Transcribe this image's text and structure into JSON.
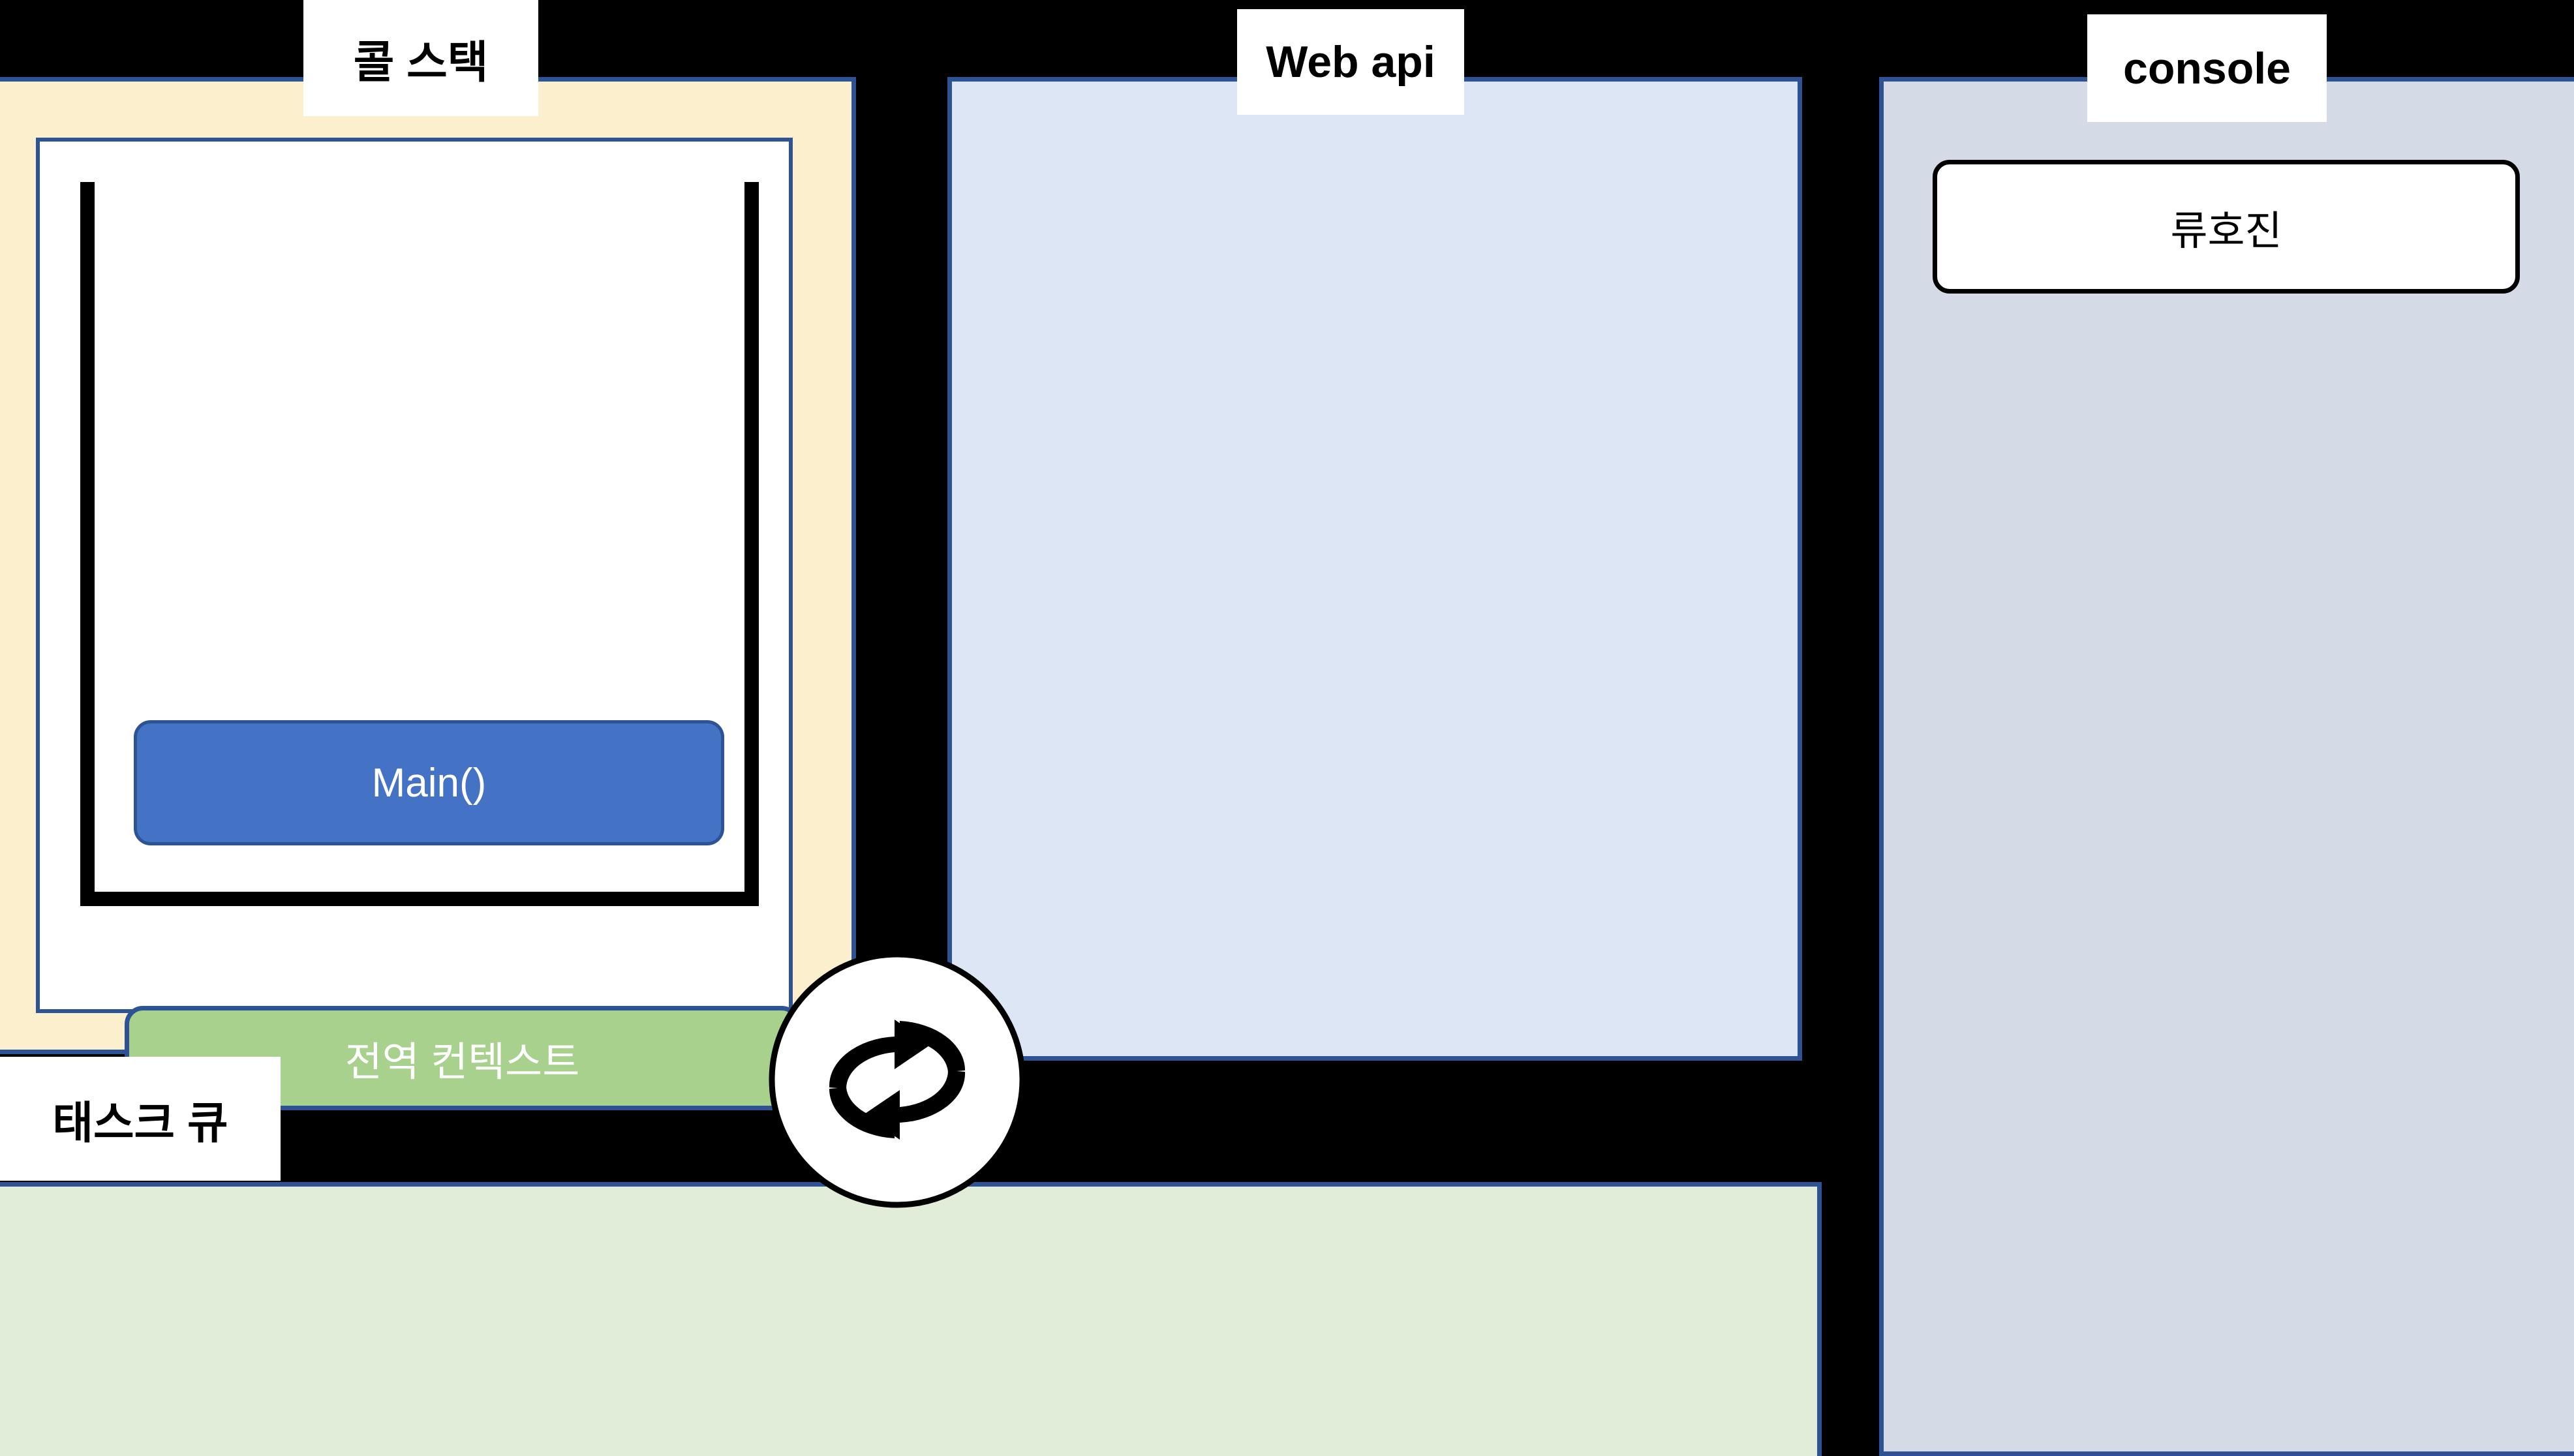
{
  "diagram": {
    "title": "JavaScript Event Loop Diagram",
    "colors": {
      "panel_border": "#2E5395",
      "call_stack_bg": "#FCEFCE",
      "web_api_bg": "#DCE6F4",
      "console_bg": "#D4DBE7",
      "task_queue_bg": "#E2EDD9",
      "stack_frame_bg": "#4472C4",
      "global_context_bg": "#A9D18E",
      "bracket": "#000000",
      "canvas_bg": "#000000"
    }
  },
  "call_stack": {
    "tab_label": "콜 스택",
    "frames": [
      {
        "label": "Main()"
      }
    ],
    "global_context": {
      "label": "전역 컨텍스트"
    }
  },
  "web_api": {
    "tab_label": "Web api",
    "items": []
  },
  "console": {
    "tab_label": "console",
    "entries": [
      {
        "text": "류호진"
      }
    ]
  },
  "task_queue": {
    "tab_label": "태스크 큐",
    "items": []
  },
  "event_loop": {
    "icon_name": "event-loop-cycle-icon"
  }
}
